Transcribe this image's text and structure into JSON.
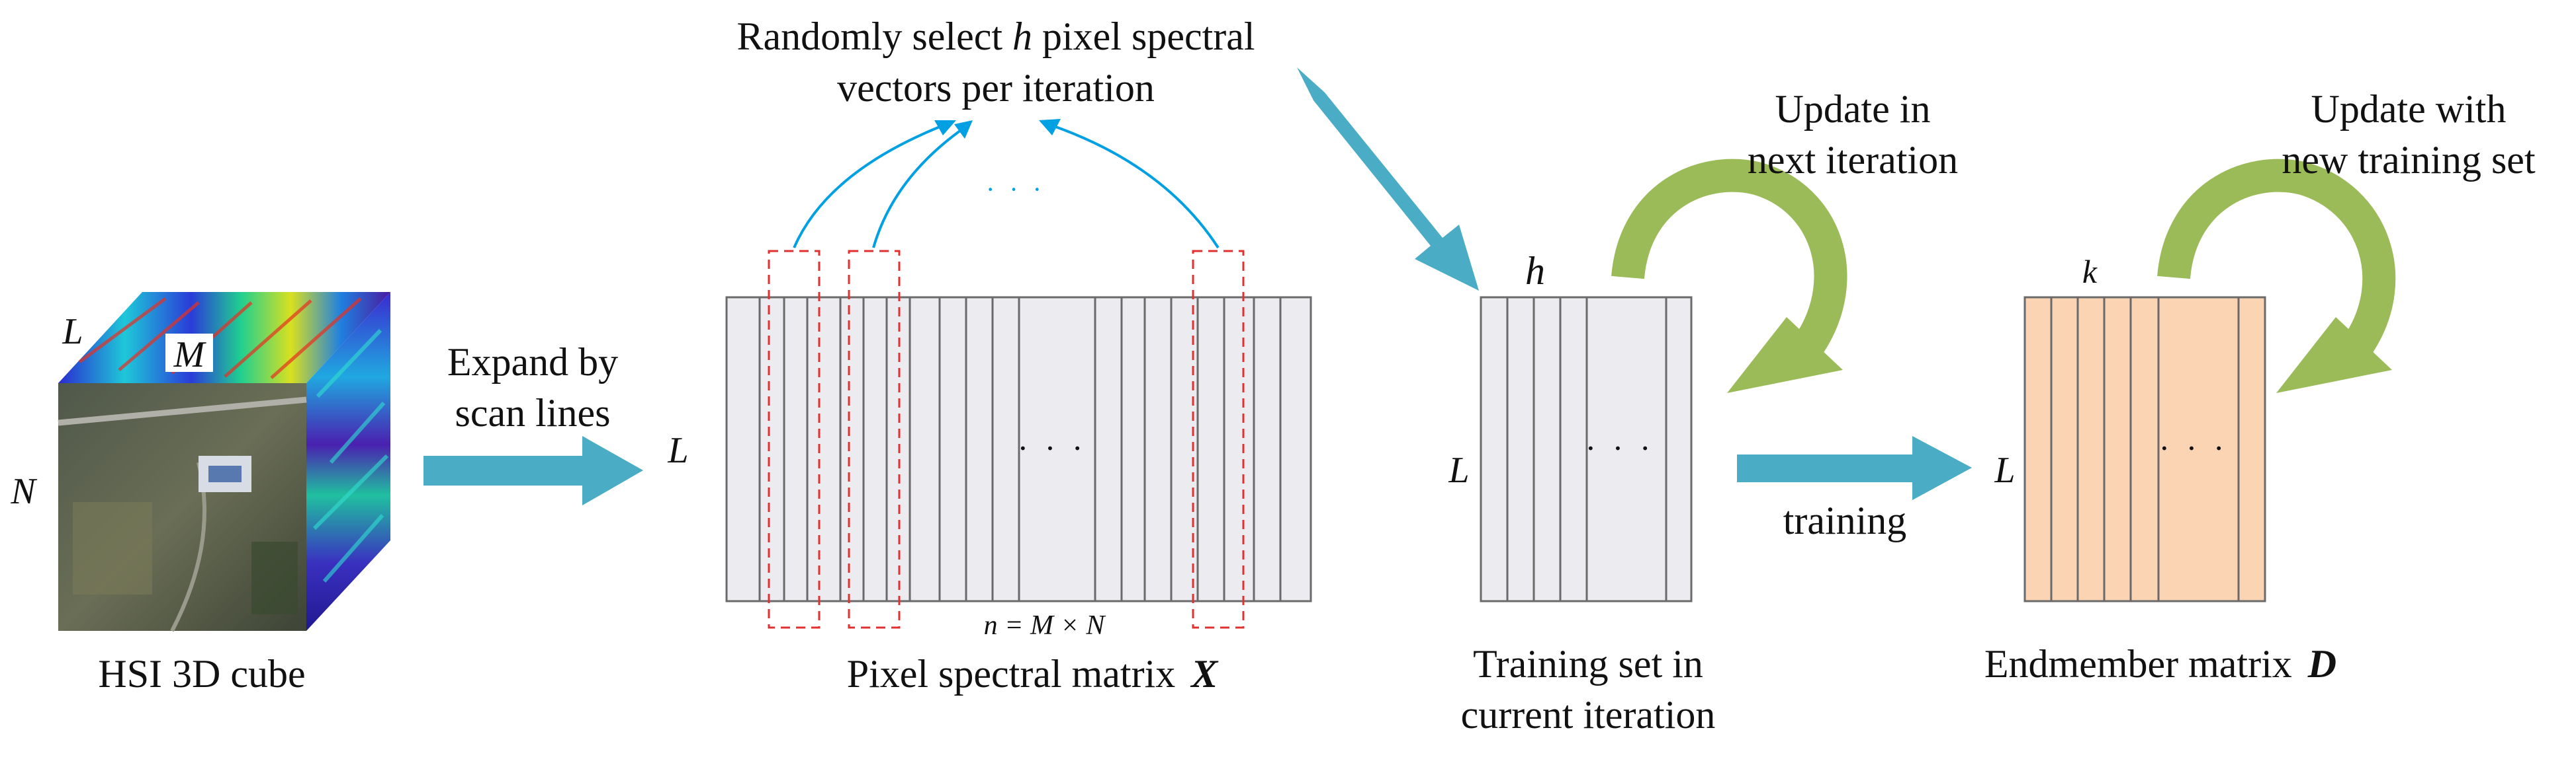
{
  "labels": {
    "cube_caption": "HSI 3D cube",
    "cube_l": "L",
    "cube_m": "M",
    "cube_n": "N",
    "expand_line1": "Expand by",
    "expand_line2": "scan lines",
    "select_line1_pre": "Randomly select ",
    "select_line1_h": "h",
    "select_line1_post": " pixel spectral",
    "select_line2": "vectors per iteration",
    "select_dots": "· · ·",
    "x_l": "L",
    "x_dots": "· · ·",
    "x_formula": "n = M × N",
    "x_caption": "Pixel spectral matrix",
    "x_symbol": "X",
    "train_h": "h",
    "train_l": "L",
    "train_dots": "· · ·",
    "update_next_line1": "Update in",
    "update_next_line2": "next iteration",
    "train_caption_line1": "Training set in",
    "train_caption_line2": "current iteration",
    "training_arrow": "training",
    "d_k": "k",
    "d_l": "L",
    "d_dots": "· · ·",
    "update_new_line1": "Update with",
    "update_new_line2": "new training set",
    "d_caption": "Endmember matrix",
    "d_symbol": "D"
  },
  "colors": {
    "arrow_blue": "#4bacc6",
    "curve_blue": "#00a0e3",
    "loop_green": "#9bbb59",
    "matrix_gray": "#ecebf0",
    "matrix_peach": "#fbd4b4",
    "dash_red": "#e03030"
  }
}
